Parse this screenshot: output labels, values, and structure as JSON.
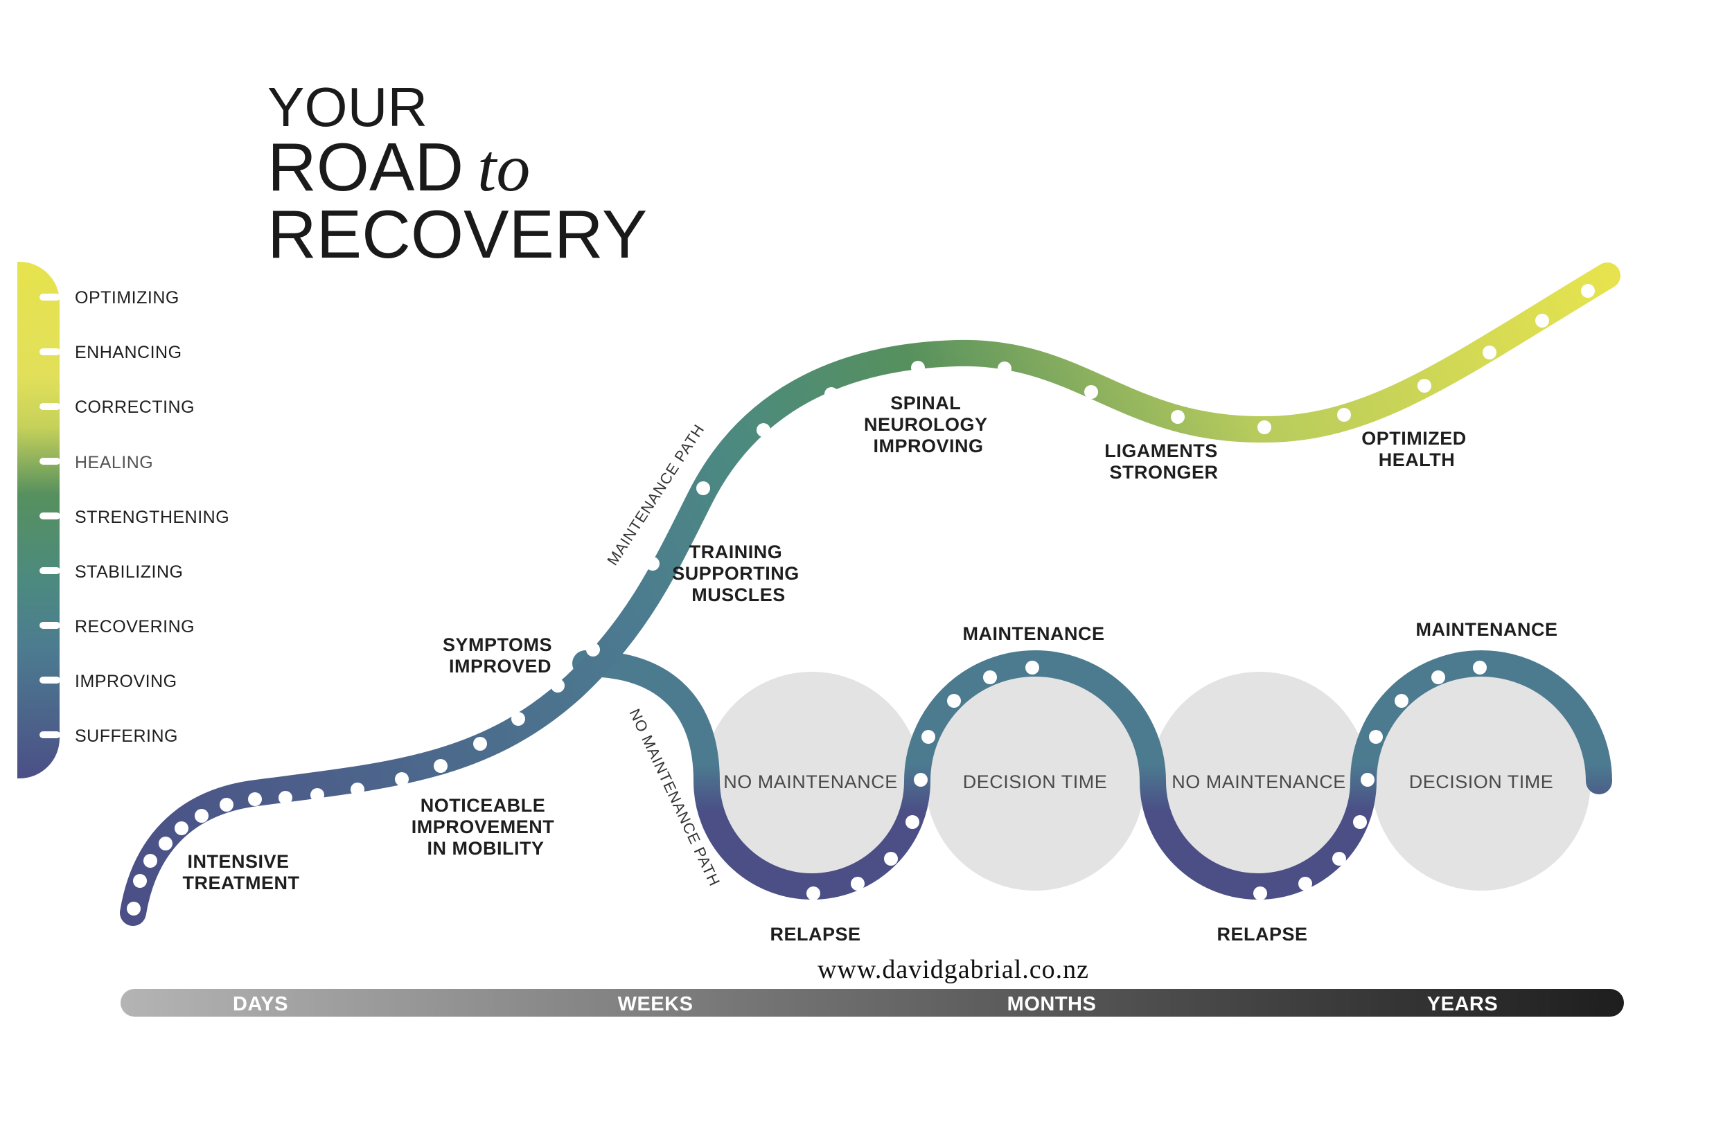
{
  "title": {
    "line1": "YOUR",
    "line2_word": "ROAD",
    "line2_italic": "to",
    "line3": "RECOVERY"
  },
  "scale": {
    "levels": [
      "OPTIMIZING",
      "ENHANCING",
      "CORRECTING",
      "HEALING",
      "STRENGTHENING",
      "STABILIZING",
      "RECOVERING",
      "IMPROVING",
      "SUFFERING"
    ],
    "colors_top_to_bottom": [
      "#e6e34e",
      "#c6d15a",
      "#56905e",
      "#4c8a80",
      "#4c7b90",
      "#4b4f86"
    ]
  },
  "stages": {
    "intensive": [
      "INTENSIVE",
      "TREATMENT"
    ],
    "noticeable": [
      "NOTICEABLE",
      "IMPROVEMENT",
      "IN MOBILITY"
    ],
    "symptoms": [
      "SYMPTOMS",
      "IMPROVED"
    ],
    "training": [
      "TRAINING",
      "SUPPORTING",
      "MUSCLES"
    ],
    "spinal": [
      "SPINAL",
      "NEUROLOGY",
      "IMPROVING"
    ],
    "ligaments": [
      "LIGAMENTS",
      "STRONGER"
    ],
    "optimized": [
      "OPTIMIZED",
      "HEALTH"
    ]
  },
  "paths": {
    "maintenance": "MAINTENANCE PATH",
    "no_maintenance": "NO MAINTENANCE PATH"
  },
  "loop": {
    "no_maintenance": "NO MAINTENANCE",
    "decision_time": "DECISION TIME",
    "maintenance": "MAINTENANCE",
    "relapse": "RELAPSE"
  },
  "website": "www.davidgabrial.co.nz",
  "timeline": {
    "labels": [
      "DAYS",
      "WEEKS",
      "MONTHS",
      "YEARS"
    ],
    "colors": [
      "#b4b4b4",
      "#1e1e1e"
    ]
  },
  "colors": {
    "suffering": "#4b4f86",
    "recovering": "#4c7b90",
    "stabilizing": "#4c8a80",
    "healing": "#56905e",
    "correcting": "#c6d15a",
    "optimizing": "#e6e34e",
    "circle_fill": "#e3e3e3",
    "dot": "#ffffff"
  }
}
